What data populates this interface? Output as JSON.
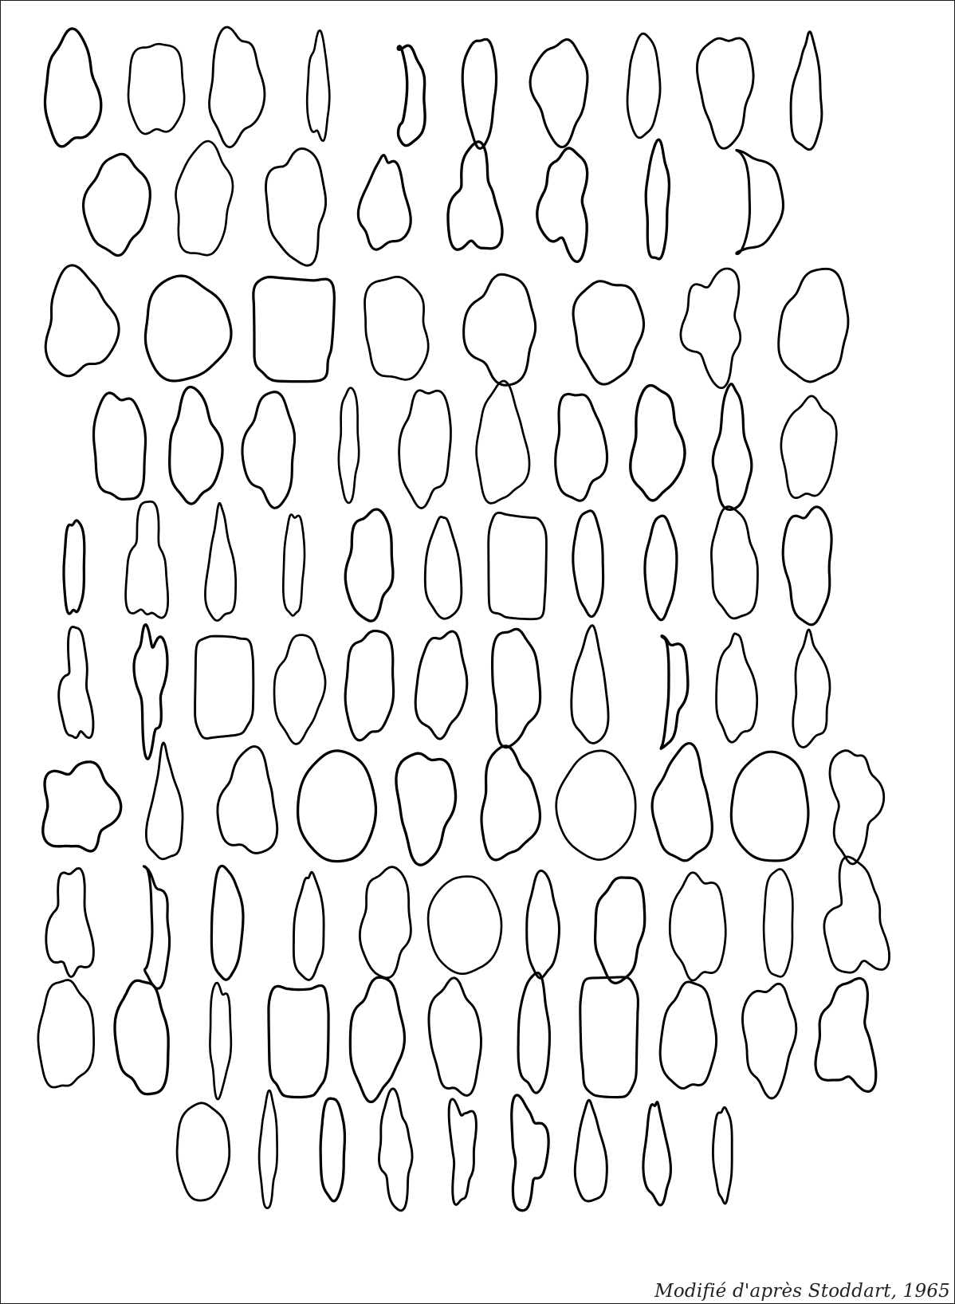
{
  "caption": "Modifié d'après Stoddart, 1965",
  "style": {
    "stroke_color": "#000000",
    "background": "#ffffff",
    "border_color": "#1a1a1a"
  },
  "rows": [
    [
      "slipper",
      "kidney",
      "d-shape",
      "rod",
      "flag",
      "capsule",
      "blob",
      "capsule",
      "horn",
      "leaf"
    ],
    [
      "diamond",
      "irregular-square",
      "egg",
      "triangle-peak",
      "hook",
      "hook",
      "rod",
      "pentagon"
    ],
    [
      "crescent",
      "round",
      "square",
      "arrowhead",
      "egg",
      "cup",
      "hook",
      "oval"
    ],
    [
      "ovoid",
      "slipper",
      "egg",
      "rod",
      "pebble",
      "bean",
      "kidney",
      "pear",
      "peak",
      "egg"
    ],
    [
      "rod",
      "fork",
      "leaf",
      "rod",
      "crescent",
      "teardrop",
      "square",
      "capsule",
      "capsule",
      "d-shape",
      "cup"
    ],
    [
      "zigzag",
      "zigzag",
      "rounded-square",
      "cup",
      "crescent",
      "arrowhead",
      "d-shape",
      "teardrop",
      "flag",
      "peak",
      "triangle"
    ],
    [
      "star",
      "leaf",
      "heart",
      "circle",
      "bean",
      "peanut",
      "circle",
      "cup",
      "circle",
      "hook"
    ],
    [
      "hook",
      "flag",
      "capsule",
      "leaf",
      "crescent",
      "circle",
      "capsule",
      "d-shape",
      "d-shape",
      "capsule",
      "star"
    ],
    [
      "heart",
      "egg",
      "rod",
      "rounded-square",
      "egg",
      "peanut",
      "capsule",
      "rounded-square",
      "d-shape",
      "cup",
      "star"
    ],
    [
      "round",
      "rod",
      "capsule",
      "hook",
      "zigzag",
      "hook",
      "teardrop",
      "leaf",
      "rod"
    ]
  ]
}
